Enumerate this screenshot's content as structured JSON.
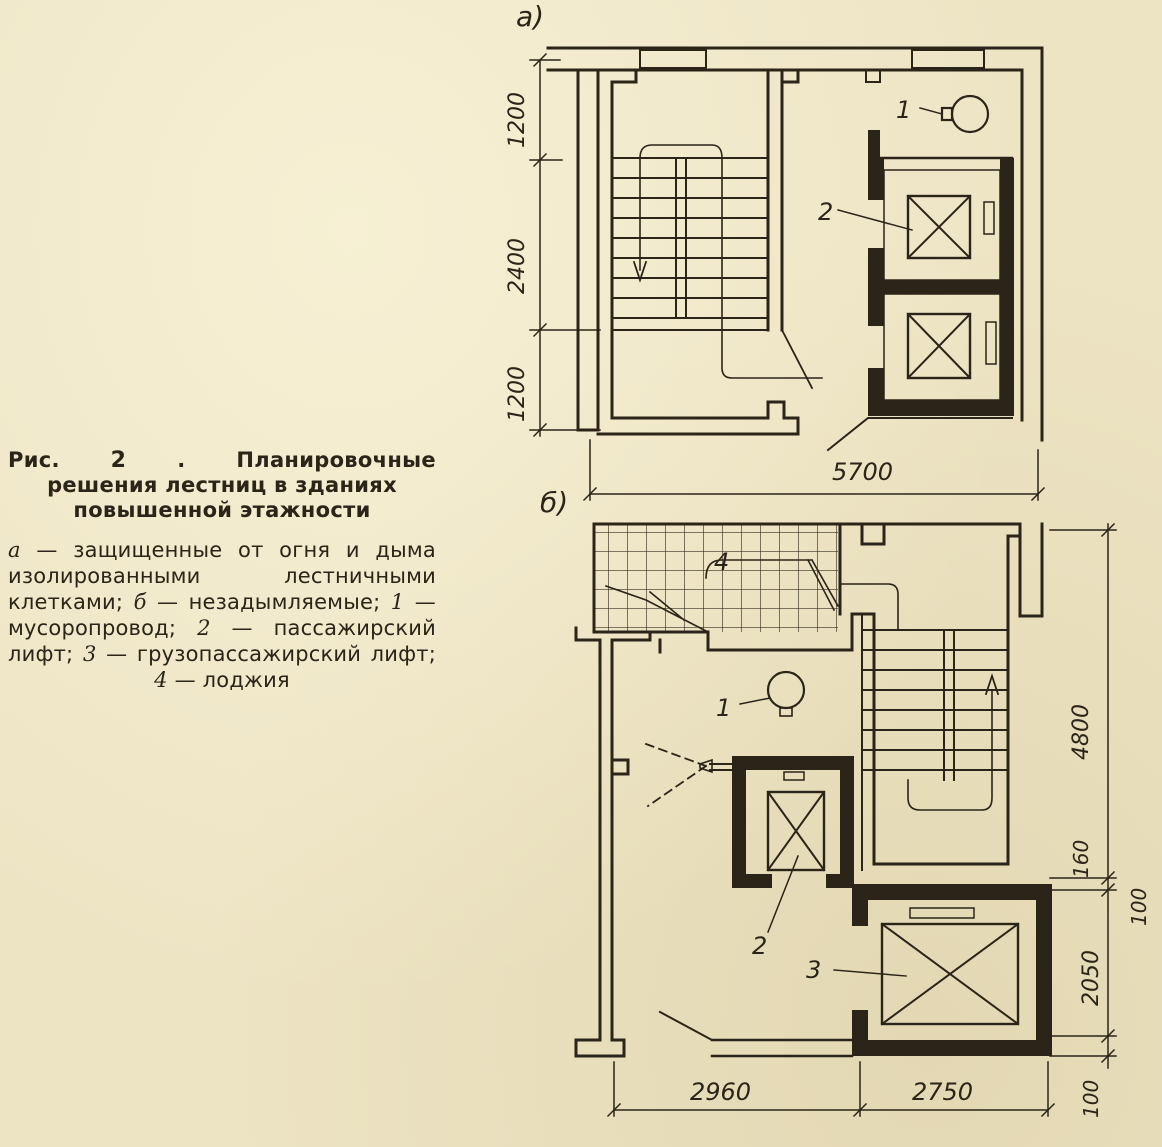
{
  "caption": {
    "fig_prefix": "Рис.",
    "fig_number": "2",
    "fig_dot": ".",
    "title_first": "Планировочные",
    "title_rest": "решения лестниц в зданиях повышенной этажности",
    "a_letter": "а",
    "a_text": "— защищенные от огня и дыма изолированными лестничными клетками;",
    "b_letter": "б",
    "b_text": "— незадымляемые;",
    "n1": "1",
    "t1": "— мусоропровод;",
    "n2": "2",
    "t2": "— пассажирский лифт;",
    "n3": "3",
    "t3": "— грузопассажирский лифт;",
    "n4": "4",
    "t4": "— лоджия"
  },
  "plan_a": {
    "label": "а)",
    "dims": {
      "d1": "1200",
      "d2": "2400",
      "d3": "1200",
      "width": "5700"
    },
    "callouts": {
      "c1": "1",
      "c2": "2"
    }
  },
  "plan_b": {
    "label": "б)",
    "dims": {
      "h1": "4800",
      "h2": "160",
      "h3": "100",
      "h4": "2050",
      "h5": "100",
      "w1": "2960",
      "w2": "2750"
    },
    "callouts": {
      "c1": "1",
      "c2": "2",
      "c3": "3",
      "c4": "4"
    }
  }
}
